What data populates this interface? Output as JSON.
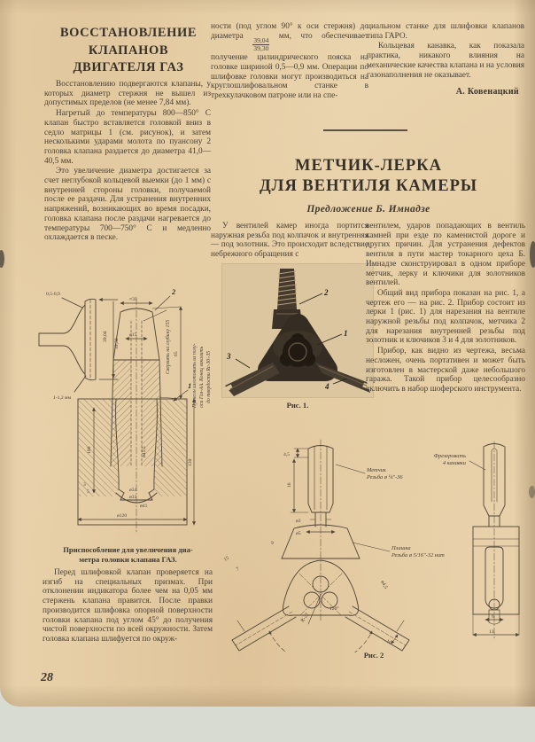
{
  "page": {
    "number": "28"
  },
  "article1": {
    "title_l1": "ВОССТАНОВЛЕНИЕ",
    "title_l2": "КЛАПАНОВ",
    "title_l3": "ДВИГАТЕЛЯ ГАЗ",
    "col1_p1": "Восстановлению подвергаются клапаны, у которых диаметр стержня не вышел из допустимых пределов (не менее 7,84 мм).",
    "col1_p2": "Нагретый до температуры 800—850° С клапан быстро вставляется головкой вниз в седло матрицы 1 (см. рисунок), и затем несколькими ударами молота по пуансону 2 головка клапана раздается до диаметра 41,0—40,5 мм.",
    "col1_p3": "Это увеличение диаметра достигается за счет неглубокой кольцевой выемки (до 1 мм) с внутренней стороны головки, получаемой после ее раздачи. Для устранения внутренних напряжений, возникающих во время посадки, головка клапана после раздачи нагревается до температуры 700—750° С и медленно охлаждается в песке.",
    "col2_p1a": "ности (под углом 90° к оси стержня) до диаметра",
    "frac_top": "39,04",
    "frac_bottom": "39,30",
    "col2_p1b": "мм, что обеспечивает получение цилиндрического пояска на головке шириной 0,5—0,9 мм. Операции по шлифовке головки могут производиться на круглошлифовальном станке в трехкулачковом патроне или на спе-",
    "col3_p1": "циальном станке для шлифовки клапанов типа ГАРО.",
    "col3_p2": "Кольцевая канавка, как показала практика, никакого влияния на механические качества клапана и на условия газонаполнения не оказывает.",
    "author": "А. Ковенацкий",
    "device_caption_l1": "Приспособление для увеличения диа-",
    "device_caption_l2": "метра головки клапана ГАЗ.",
    "col1_p4": "Перед шлифовкой клапан проверяется на изгиб на специальных призмах. При отклонении индикатора более чем на 0,05 мм стержень клапана правится. После правки производится шлифовка опорной поверхности головки клапана под углом 45° до получения чистой поверхности по всей окружности. Затем головка клапана шлифуется по окруж-"
  },
  "article2": {
    "title_l1": "МЕТЧИК-ЛЕРКА",
    "title_l2": "ДЛЯ ВЕНТИЛЯ КАМЕРЫ",
    "byline": "Предложение Б. Имнадзе",
    "colA_p1": "У вентилей камер иногда портится наружная резьба под колпачок и внутренняя — под золотник. Это происходит вследствие небрежного обращения с",
    "colB_p1": "вентилем, ударов попадающих в вентиль камней при езде по каменистой дороге и других причин. Для устранения дефектов вентиля в пути мастер токарного цеха Б. Имнадзе сконструировал в одном приборе метчик, лерку и ключики для золотников вентилей.",
    "colB_p2": "Общий вид прибора показан на рис. 1, а чертеж его — на рис. 2. Прибор состоит из лерки 1 (рис. 1) для нарезания на вентиле наружной резьбы под колпачок, метчика 2 для нарезания внутренней резьбы под золотник и ключиков 3 и 4 для золотников.",
    "colB_p3": "Прибор, как видно из чертежа, весьма несложен, очень портативен и может быть изготовлен в мастерской даже небольшого гаража. Такой прибор целесообразно включить в набор шоферского инструмента.",
    "fig1_caption": "Рис. 1.",
    "fig2_caption": "Рис. 2"
  },
  "fig1": {
    "n1": "1",
    "n2": "2",
    "n3": "3",
    "n4": "4"
  },
  "fig_device": {
    "d05_09": "0,5-0,9",
    "d3904": "39,04",
    "d3930": "39,30",
    "d1_12": "1-1,2 мм",
    "d35": "≈35",
    "do15": "ø15",
    "d65": "65",
    "drill": "Сверлить на глубину 155",
    "note1": "Пуансон изготовить из полу-",
    "note2": "оси Газ-АА. Конец закалить",
    "note3": "до твердости Rс-30÷35",
    "d100": "100",
    "d130": "130",
    "do455": "ø45,5",
    "d3": "3",
    "d5": "5",
    "do34": "ø34",
    "do31": "ø31",
    "do41": "ø41",
    "do120": "ø120",
    "p1": "1",
    "p2": "2"
  },
  "fig2": {
    "tap1": "Метчик",
    "tap2": "Резьба ø ¼\"-36",
    "die1": "Плашка",
    "die2": "Резьба ø 5/16\"-32 нит",
    "mill1": "Фрезеровать",
    "mill2": "4 канавки",
    "d45": "4,5",
    "d16": "16",
    "do3": "ø3",
    "do5": "ø5",
    "d9": "9",
    "d15": "15",
    "d7": "7",
    "d120": "120°",
    "r22": "R-22",
    "d10": "10",
    "do45": "ø4,5",
    "d6": "6",
    "d13": "13"
  }
}
